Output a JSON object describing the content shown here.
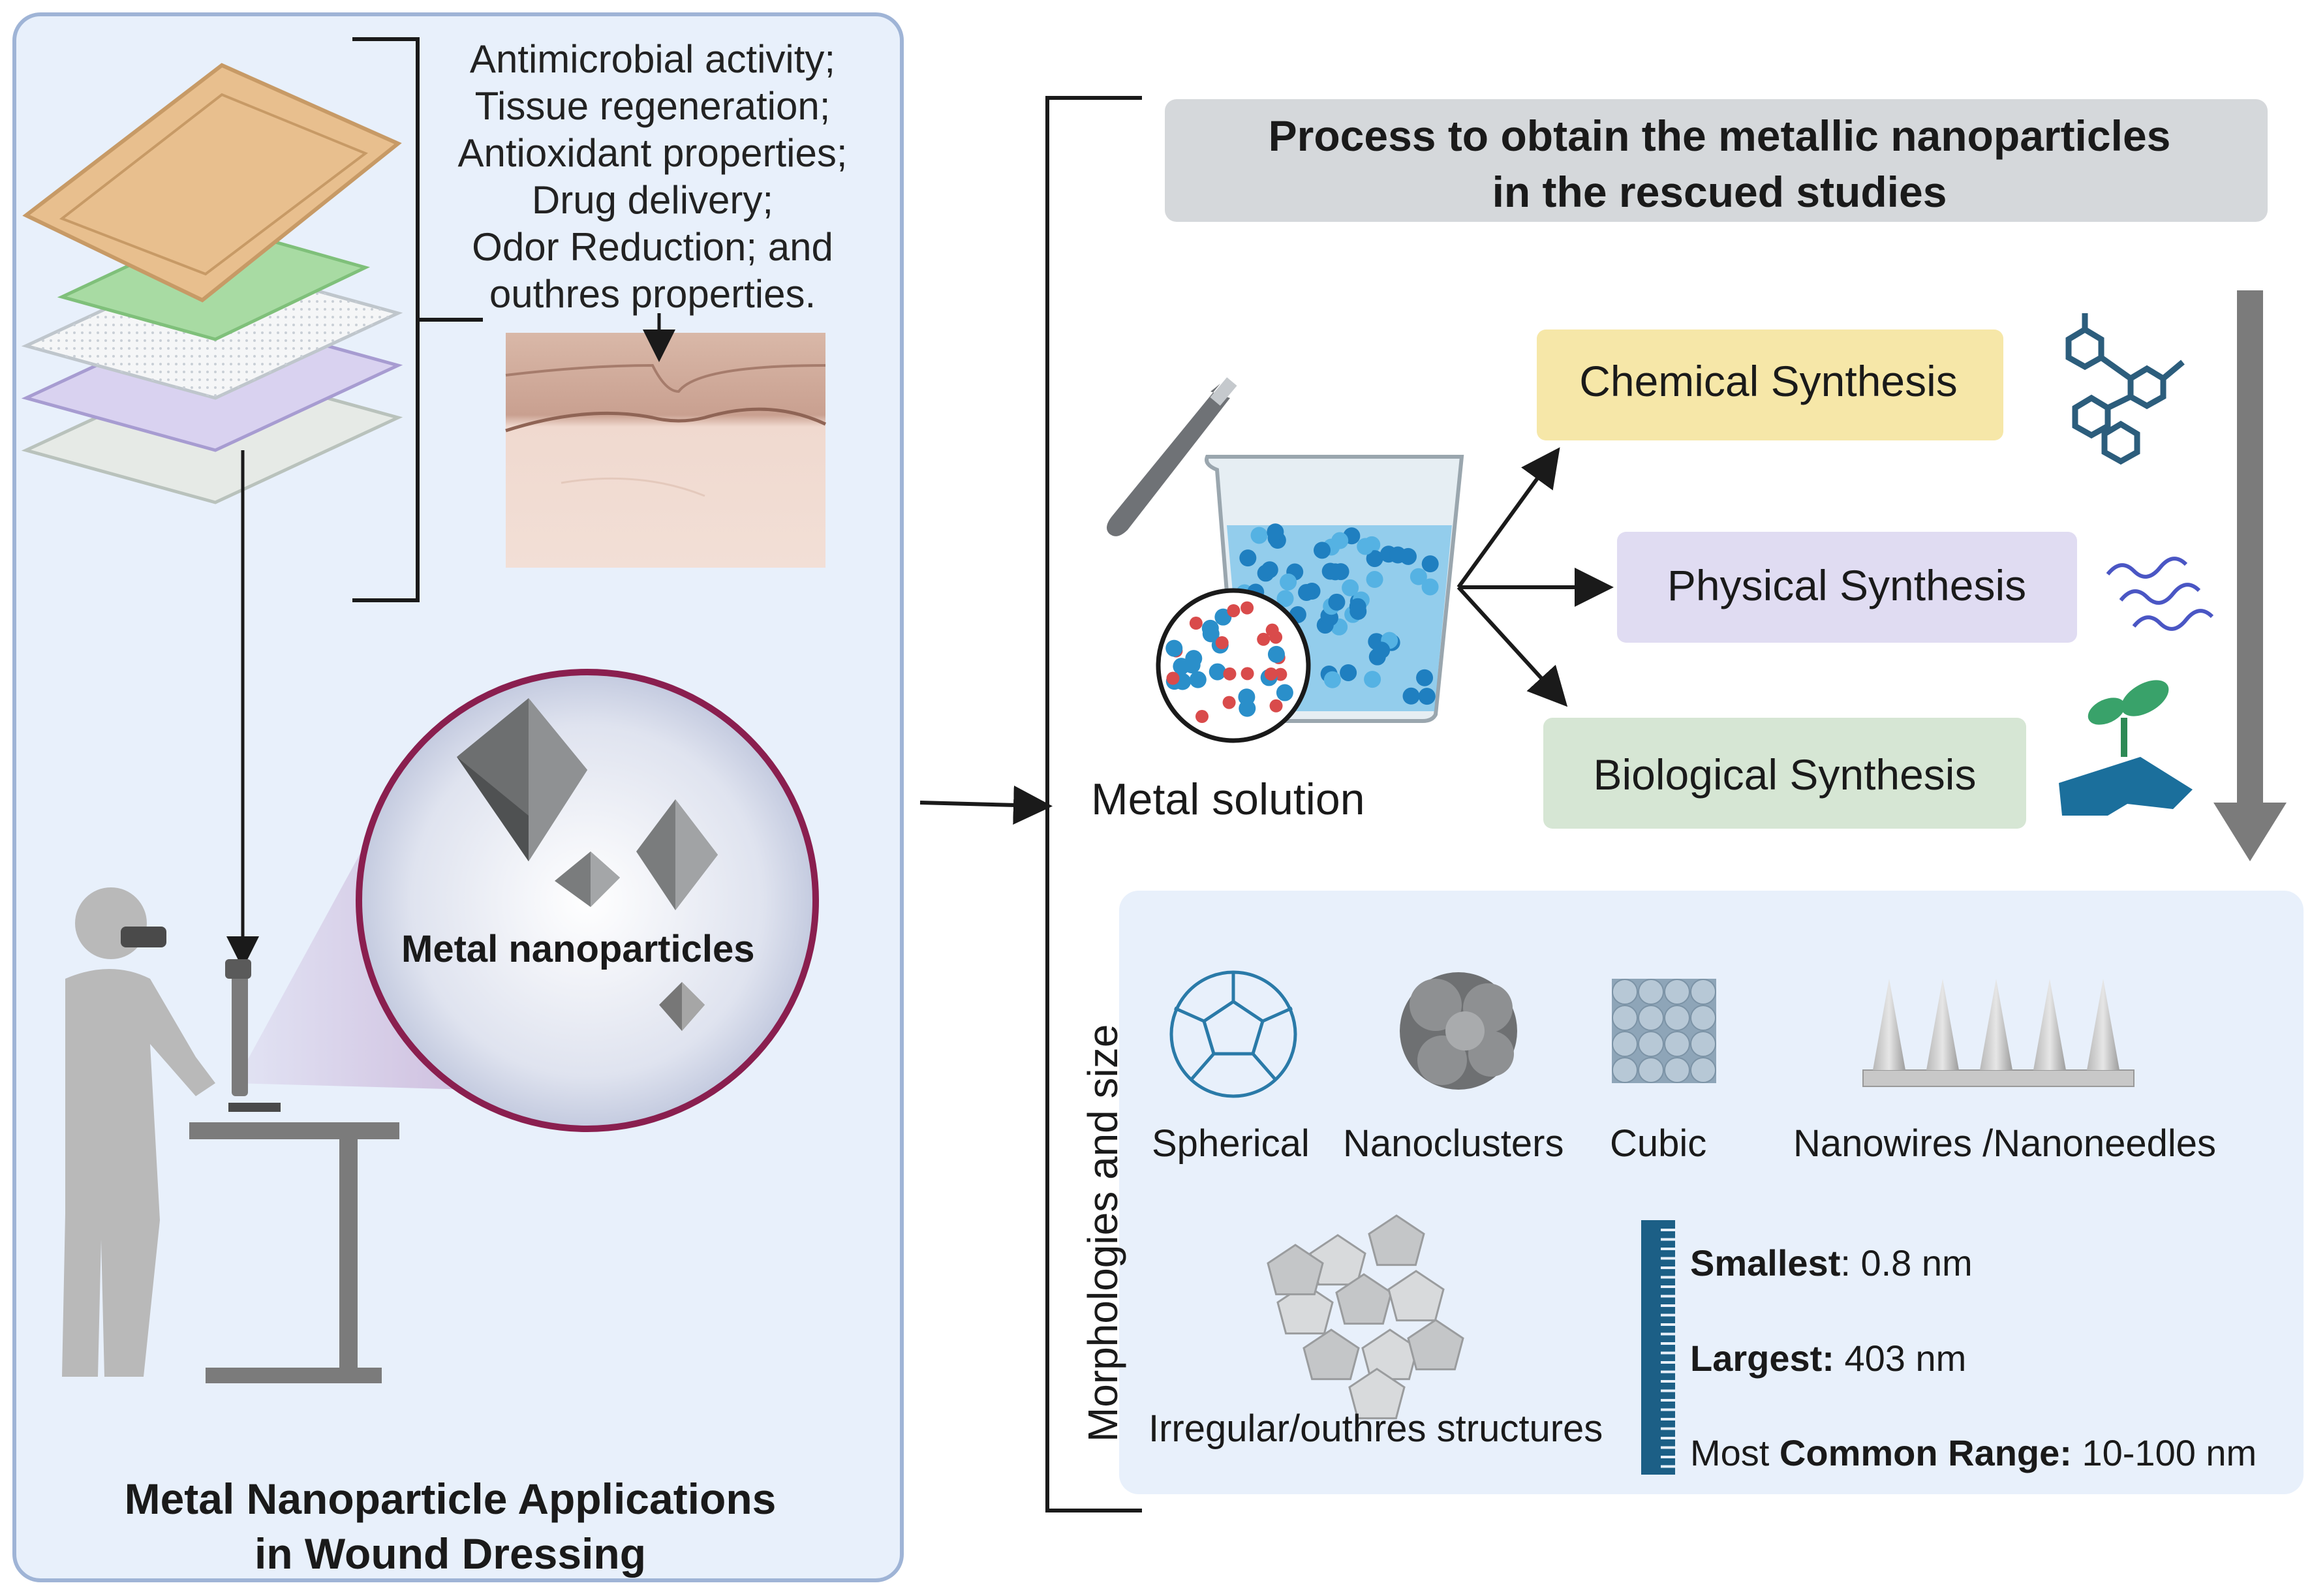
{
  "left_panel": {
    "properties": [
      "Antimicrobial activity;",
      "Tissue regeneration;",
      "Antioxidant properties;",
      "Drug delivery;",
      "Odor Reduction; and",
      "outhres properties."
    ],
    "zoom_label": "Metal nanoparticles",
    "caption_line1": "Metal Nanoparticle Applications",
    "caption_line2": "in Wound Dressing"
  },
  "right_panel": {
    "title_line1": "Process to obtain the metallic nanoparticles",
    "title_line2": "in the rescued studies",
    "source_label": "Metal solution",
    "methods": [
      {
        "label": "Chemical Synthesis",
        "color": "#f6e7a8"
      },
      {
        "label": "Physical Synthesis",
        "color": "#e0dcf2"
      },
      {
        "label": "Biological Synthesis",
        "color": "#d6e6d4"
      }
    ],
    "morph_section_label": "Morphologies and size",
    "morphologies": [
      "Spherical",
      "Nanoclusters",
      "Cubic",
      "Nanowires /Nanoneedles",
      "Irregular/outhres structures"
    ],
    "sizes": {
      "smallest_key": "Smallest",
      "smallest_val": ": 0.8 nm",
      "largest_key": "Largest:",
      "largest_val": " 403 nm",
      "common_prefix": "Most ",
      "common_key": "Common Range:",
      "common_val": " 10-100 nm"
    }
  },
  "colors": {
    "panel_bg": "#e8f0fb",
    "panel_border": "#9fb4d6",
    "title_box": "#d5d8db",
    "arrow_gray": "#7b7b7b",
    "circle_border": "#8a1f4f",
    "ruler": "#1c5f86",
    "sphere_blue": "#2a8fca",
    "sphere_red": "#d94b4b"
  }
}
